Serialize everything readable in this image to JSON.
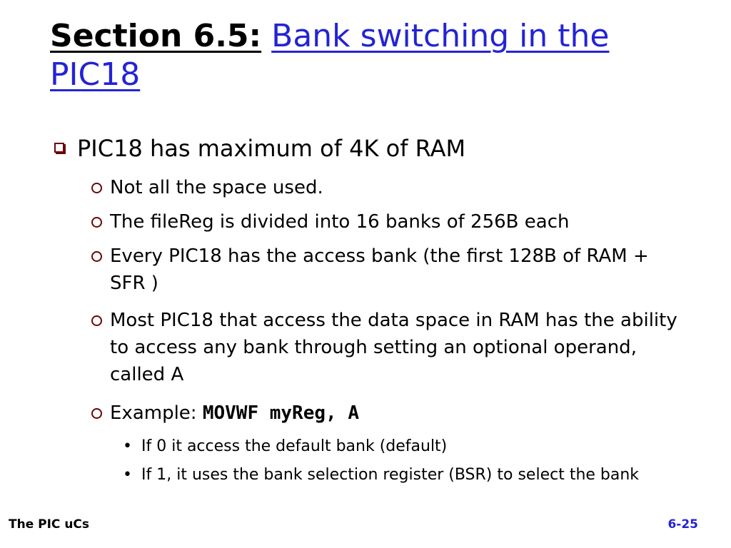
{
  "title": {
    "section": "Section 6.5:",
    "topic": "Bank switching in the PIC18"
  },
  "bullets": {
    "main": "PIC18 has maximum of 4K of RAM",
    "sub1": "Not all the space used.",
    "sub2": "The fileReg is divided into 16 banks of 256B each",
    "sub3": "Every PIC18 has the access bank (the first 128B of RAM + SFR )",
    "sub4": "Most PIC18 that access the data space in RAM has the ability to access any bank through setting an optional operand, called A",
    "sub5_prefix": "Example:",
    "sub5_code": "MOVWF myReg, A",
    "sub5_item1": "If 0 it access the default bank (default)",
    "sub5_item2": "If 1, it uses the bank selection register (BSR) to select the bank",
    "dot_glyph": "•"
  },
  "footer": {
    "left": "The PIC uCs",
    "right": "6-25"
  },
  "colors": {
    "title_link": "#2323d6",
    "bullet_marker": "#6b0606",
    "page_number": "#2323d6"
  }
}
